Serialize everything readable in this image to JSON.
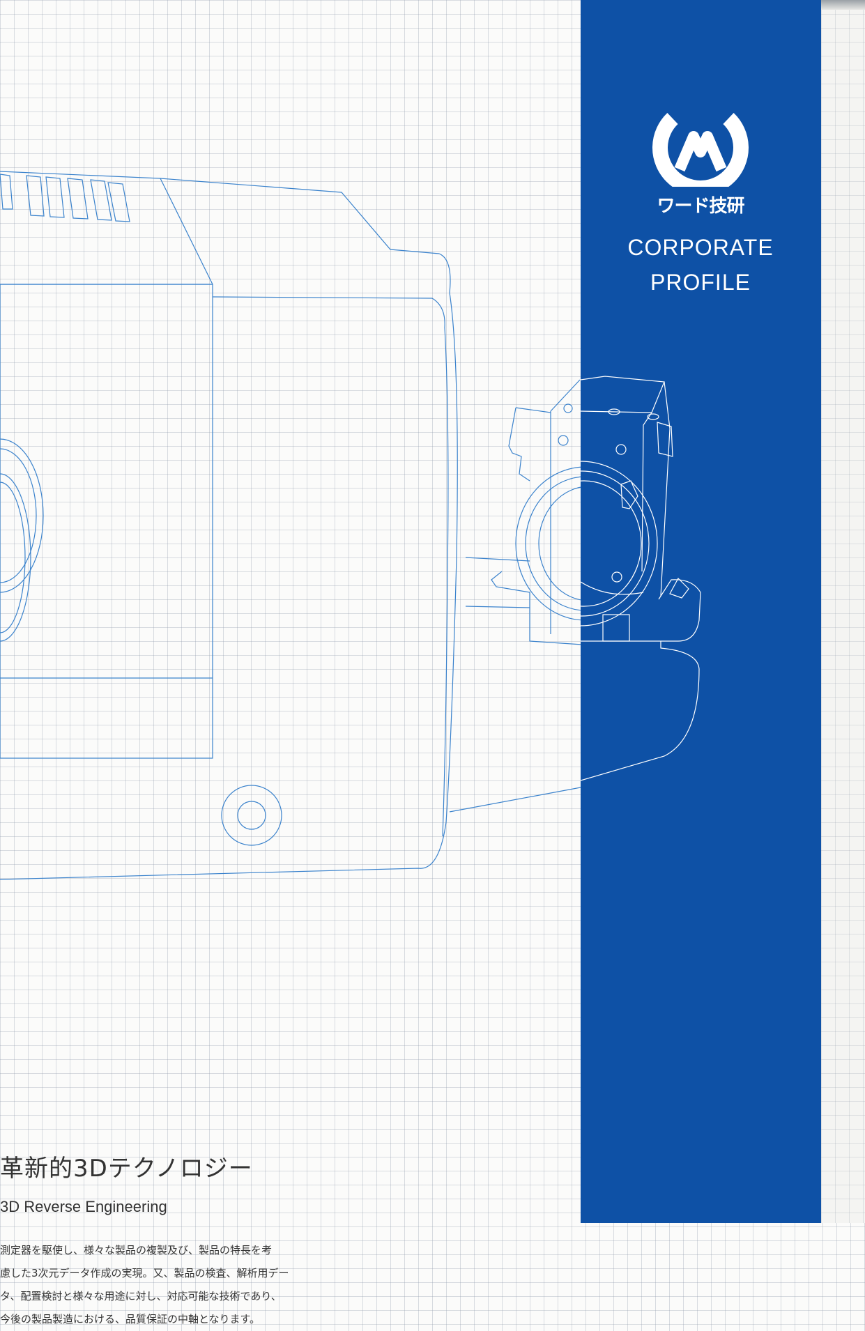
{
  "brand": {
    "name": "ワード技研",
    "band_color": "#0e51a6",
    "line_color": "#3a82cc"
  },
  "cover": {
    "title_line1": "CORPORATE",
    "title_line2": "PROFILE"
  },
  "feature": {
    "headline": "革新的3Dテクノロジー",
    "subtitle": "3D Reverse Engineering",
    "body_lines": [
      "測定器を駆使し、様々な製品の複製及び、製品の特長を考",
      "慮した3次元データ作成の実現。又、製品の検査、解析用デー",
      "タ、配置検討と様々な用途に対し、対応可能な技術であり、",
      "今後の製品製造における、品質保証の中軸となります。"
    ]
  }
}
